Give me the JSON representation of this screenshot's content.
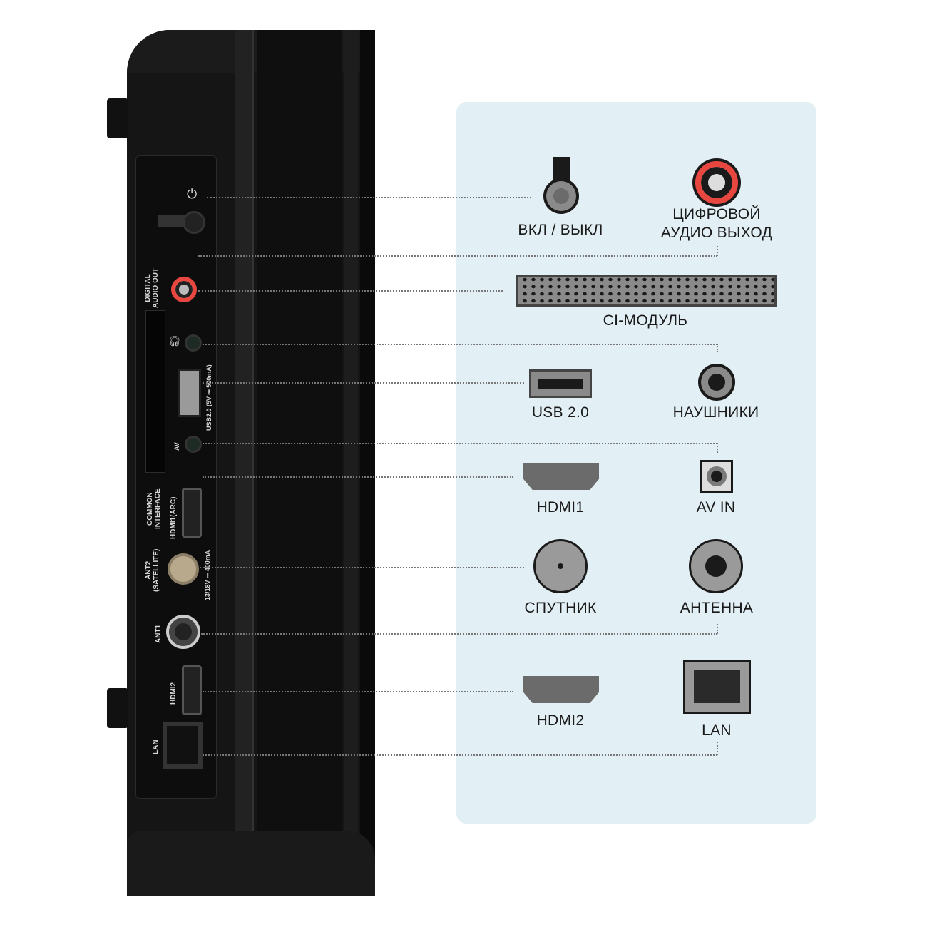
{
  "tv_panel_labels": {
    "digital_audio_out": [
      "DIGITAL",
      "AUDIO OUT"
    ],
    "usb": "USB2.0",
    "usb_rating": "(5V ⎓ 500mA)",
    "av": "AV",
    "common_interface": [
      "COMMON",
      "INTERFACE"
    ],
    "hdmi1": "HDMI1(ARC)",
    "ant2": [
      "ANT2",
      "(SATELLITE)"
    ],
    "ant2_rating": "13/18V ⎓ 400mA",
    "ant1": "ANT1",
    "hdmi2": "HDMI2",
    "lan": "LAN"
  },
  "legend": {
    "power": "ВКЛ / ВЫКЛ",
    "digital_audio": [
      "ЦИФРОВОЙ",
      "АУДИО ВЫХОД"
    ],
    "ci_module": "CI-МОДУЛЬ",
    "usb": "USB 2.0",
    "headphones": "НАУШНИКИ",
    "hdmi1": "HDMI1",
    "av_in": "AV IN",
    "satellite": "СПУТНИК",
    "antenna": "АНТЕННА",
    "hdmi2": "HDMI2",
    "lan": "LAN"
  },
  "colors": {
    "panel": "#e2eff5",
    "audio_red": "#e8473f",
    "icon_gray": "#6b6b6b"
  }
}
